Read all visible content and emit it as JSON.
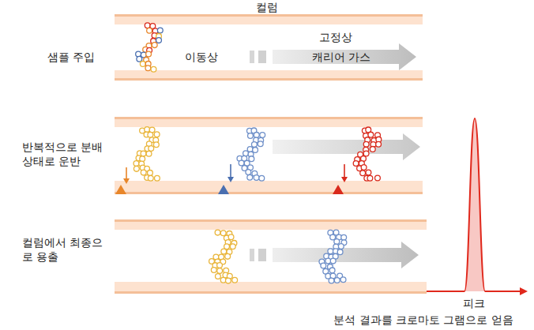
{
  "diagram": {
    "title": "컬럼",
    "labels": [
      "샘플 주입",
      "이동상",
      "고정상",
      "캐리어 가스",
      "반복적으로 분배 상태로 운반",
      "컬럼에서 최종으로 용출",
      "피크",
      "분석 결과를 크로마토 그램으로 얻음"
    ]
  }
}
